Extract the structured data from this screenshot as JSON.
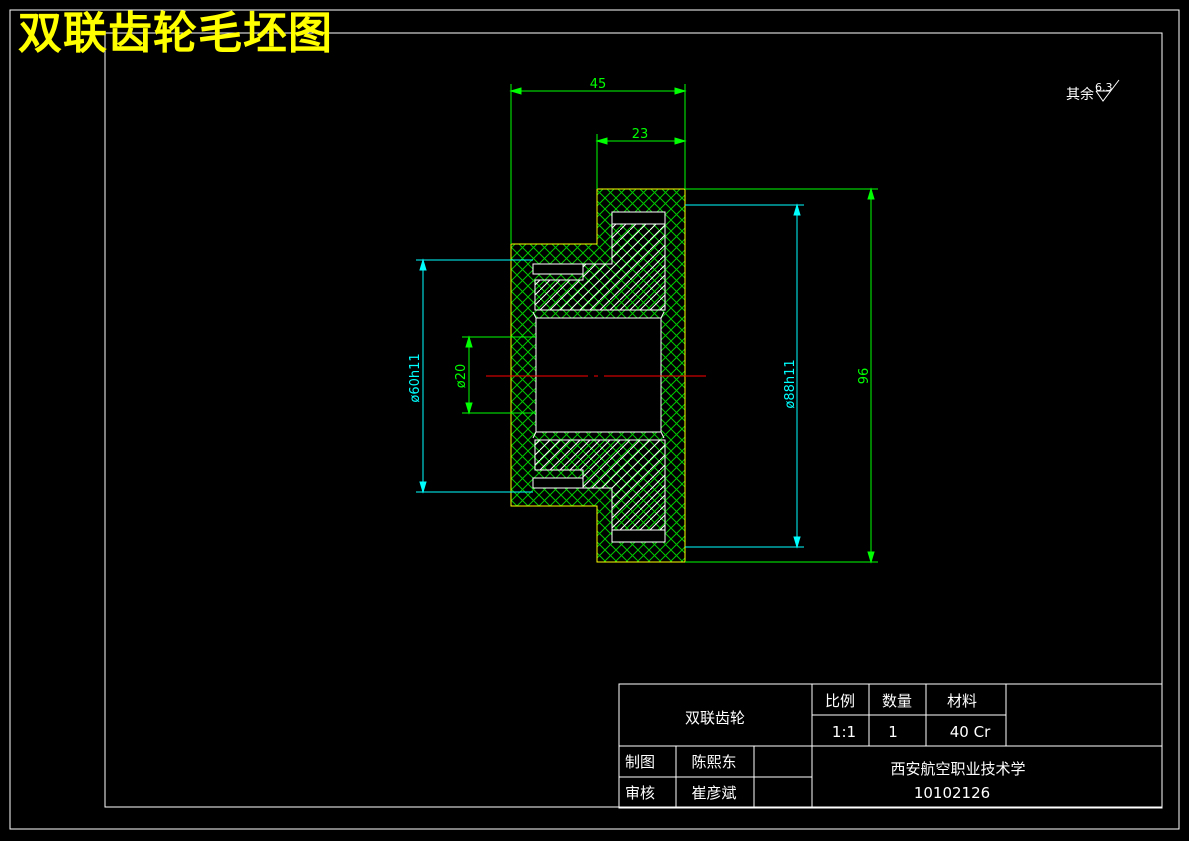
{
  "drawing": {
    "title": "双联齿轮毛坯图",
    "roughness_note": "其余",
    "roughness_value": "6.3"
  },
  "dimensions": {
    "width_total": "45",
    "width_step": "23",
    "height_total": "96",
    "dia_outer": "ø88h11",
    "dia_hub": "ø60h11",
    "dia_bore": "ø20"
  },
  "title_block": {
    "part_name": "双联齿轮",
    "scale_label": "比例",
    "scale_value": "1:1",
    "qty_label": "数量",
    "qty_value": "1",
    "material_label": "材料",
    "material_value": "40 Cr",
    "drawn_label": "制图",
    "drawn_name": "陈熙东",
    "checked_label": "审核",
    "checked_name": "崔彦斌",
    "school": "西安航空职业技术学",
    "drawing_number": "10102126"
  },
  "colors": {
    "background": "#000000",
    "frame": "#ffffff",
    "title": "#ffff00",
    "dimension": "#00ff00",
    "dimension_alt": "#00ffff",
    "centerline": "#ff0000",
    "section_outline": "#ffff00",
    "hatch": "#00ff00"
  }
}
